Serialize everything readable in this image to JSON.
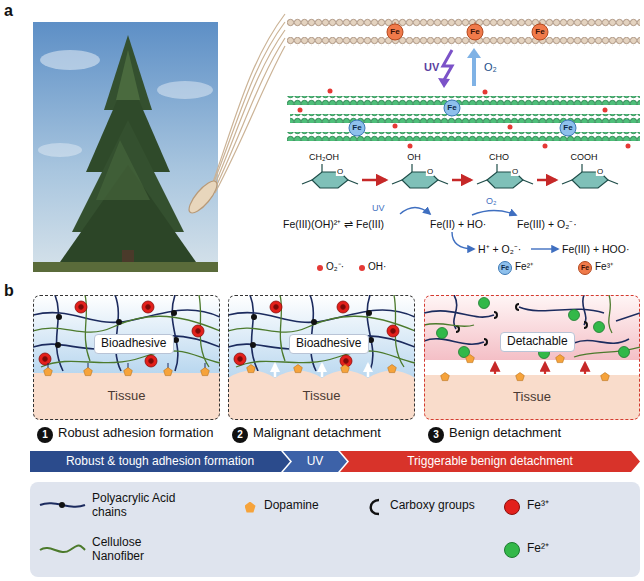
{
  "diagram": {
    "nodes": [
      {
        "text": [
          "1",
          "Robust adhesion formation"
        ]
      },
      {
        "text": [
          "Bioadhesive"
        ],
        "in": 0
      },
      {
        "text": [
          "Tissue"
        ],
        "in": 0
      },
      {
        "text": [
          "2",
          "Malignant detachment"
        ]
      },
      {
        "text": [
          "Bioadhesive"
        ],
        "in": 3
      },
      {
        "text": [
          "Tissue"
        ],
        "in": 3
      },
      {
        "text": [
          "3",
          "Benign detachment"
        ]
      },
      {
        "text": [
          "Detachable"
        ],
        "in": 6
      },
      {
        "text": [
          "Tissue"
        ],
        "in": 6
      },
      {
        "text": [
          "Robust & tough adhesion formation"
        ]
      },
      {
        "text": [
          "UV"
        ]
      },
      {
        "text": [
          "Triggerable benign detachment"
        ]
      }
    ],
    "labels": [
      "a",
      "UV",
      "O₂",
      "Fe",
      "Fe",
      "Fe",
      "Fe",
      "Fe",
      "Fe",
      "CH₂OH",
      "O",
      "OH",
      "O",
      "CHO",
      "O",
      "COOH",
      "O",
      "Fe(III)(OH)²⁺ ⇌ Fe(III)",
      "UV",
      "Fe(II) + HO·",
      "O₂",
      "Fe(III) + O₂⁻·",
      "H⁺ + O₂⁻·",
      "Fe(III) + HOO·",
      "Fe",
      "Fe",
      "b"
    ],
    "legend": [
      {
        "text": "O₂⁻·",
        "color": "#e53935"
      },
      {
        "text": "OH·",
        "color": "#e53935"
      },
      {
        "text": "Fe²⁺",
        "color": "#8ec0ec"
      },
      {
        "text": "Fe³⁺",
        "color": "#f07a4a"
      },
      {
        "text": "Polyacrylic Acid chains"
      },
      {
        "text": "Cellulose Nanofiber"
      },
      {
        "text": "Dopamine",
        "color": "#f6a33b"
      },
      {
        "text": "Carboxy groups"
      },
      {
        "text": "Fe³⁺",
        "color": "#e3201b"
      },
      {
        "text": "Fe²⁺",
        "color": "#33b849"
      }
    ]
  }
}
